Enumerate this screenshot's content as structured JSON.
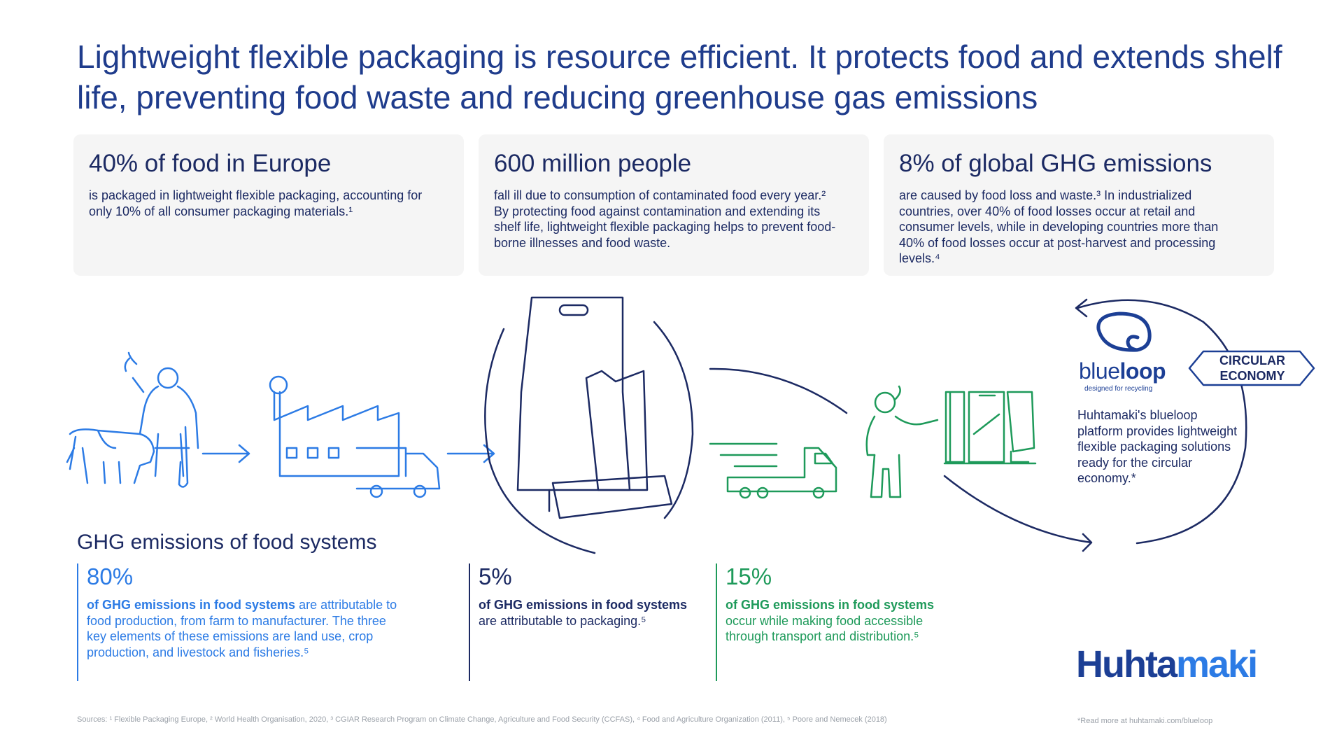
{
  "title": "Lightweight flexible packaging is resource efficient. It protects food and extends shelf life, preventing food waste and reducing greenhouse gas emissions",
  "cards": [
    {
      "heading": "40% of food in Europe",
      "body": "is packaged in lightweight flexible packaging, accounting for only 10% of all consumer packaging materials.¹"
    },
    {
      "heading": "600 million people",
      "body": "fall ill due to consumption of contaminated food every year.² By protecting food against contamination and extending its shelf life, lightweight flexible packaging helps to prevent food-borne illnesses and food waste."
    },
    {
      "heading": "8% of global GHG emissions",
      "body": "are caused by food loss and waste.³ In industrialized countries, over 40% of food losses occur at retail and consumer levels, while in developing countries more than 40% of food losses occur at post-harvest and processing levels.⁴"
    }
  ],
  "ghg": {
    "heading": "GHG emissions of food systems",
    "stats": [
      {
        "pct": "80%",
        "bold": "of GHG emissions in food systems",
        "rest": " are attributable to food production, from farm to manufacturer. The three key elements of these emissions are land use, crop production, and livestock and fisheries.⁵"
      },
      {
        "pct": "5%",
        "bold": "of GHG emissions in food systems",
        "rest": " are attributable to packaging.⁵"
      },
      {
        "pct": "15%",
        "bold": "of GHG emissions in food systems",
        "rest": " occur while making food accessible through transport and distribution.⁵"
      }
    ]
  },
  "blueloop": {
    "word_light": "blue",
    "word_bold": "loop",
    "tagline": "designed for recycling",
    "badge_line1": "CIRCULAR",
    "badge_line2": "ECONOMY",
    "description": "Huhtamaki's blueloop platform provides lightweight flexible packaging solutions ready for the circular economy.*"
  },
  "logo": {
    "part1": "Huhta",
    "part2": "maki"
  },
  "sources": "Sources: ¹ Flexible Packaging Europe, ² World Health Organisation, 2020, ³ CGIAR Research Program on Climate Change, Agriculture and Food Security (CCFAS), ⁴ Food and Agriculture Organization (2011), ⁵ Poore and Nemecek (2018)",
  "read_more": "*Read more at huhtamaki.com/blueloop",
  "colors": {
    "navy": "#1c2a63",
    "blue": "#2c7be5",
    "green": "#1e9a5a",
    "card_bg": "#f5f5f5"
  },
  "icons": [
    "farmer-cows-icon",
    "factory-truck-icon",
    "packaging-products-icon",
    "delivery-truck-icon",
    "shopper-icon",
    "retail-shelf-icon",
    "blueloop-logo-icon"
  ]
}
